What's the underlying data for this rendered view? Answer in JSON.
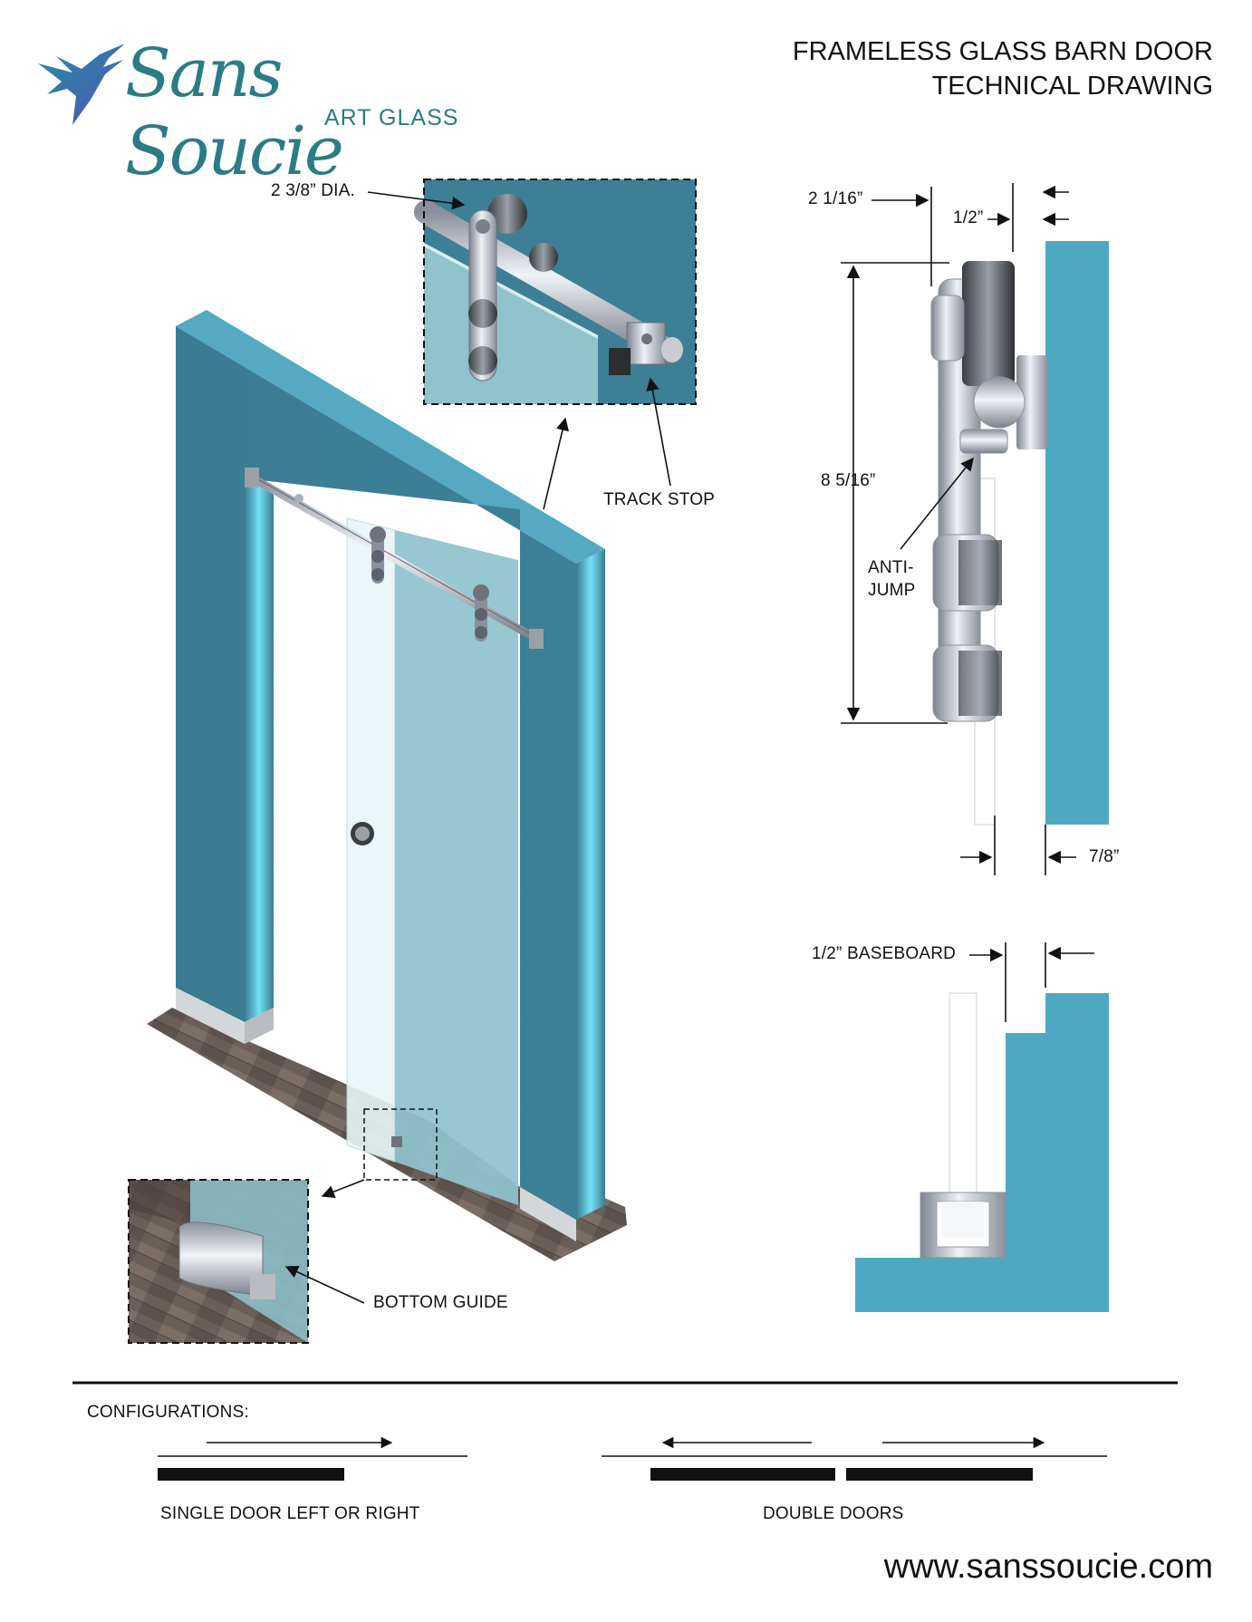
{
  "brand": {
    "name": "Sans Soucie",
    "subtitle": "ART GLASS",
    "logo_icon": "hummingbird-icon",
    "brand_color": "#2a7c86"
  },
  "title": {
    "line1": "FRAMELESS GLASS BARN DOOR",
    "line2": "TECHNICAL DRAWING"
  },
  "labels": {
    "diameter": "2 3/8” DIA.",
    "track_stop": "TRACK STOP",
    "bottom_guide": "BOTTOM GUIDE",
    "dim_2_1_16": "2 1/16”",
    "dim_1_2": "1/2”",
    "dim_8_5_16": "8 5/16”",
    "anti_jump_1": "ANTI-",
    "anti_jump_2": "JUMP",
    "dim_7_8": "7/8”",
    "baseboard": "1/2” BASEBOARD"
  },
  "configurations": {
    "heading": "CONFIGURATIONS:",
    "single": "SINGLE DOOR LEFT OR RIGHT",
    "double": "DOUBLE DOORS"
  },
  "website": "www.sanssoucie.com",
  "colors": {
    "wall": "#3b7c92",
    "wall_light": "#55a9c2",
    "wall_glow": "#74e0f7",
    "glass": "#8fc3ce",
    "section_blue": "#4fa8c2",
    "floor": "#6a5e58"
  }
}
